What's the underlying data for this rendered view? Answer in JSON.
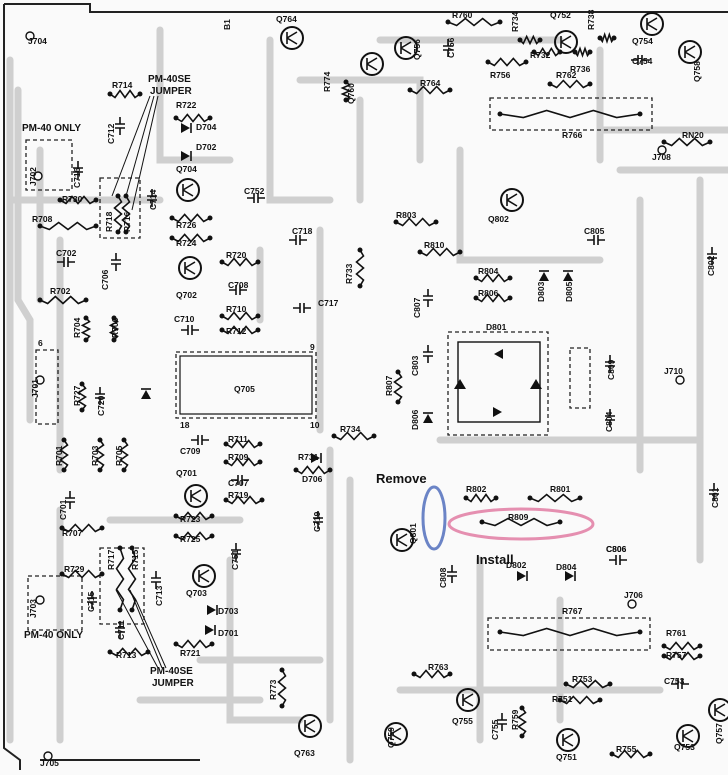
{
  "board": {
    "background": "#fafafa",
    "trace_color": "#cfcfcf",
    "ink_color": "#111111"
  },
  "annotations": {
    "remove": {
      "text": "Remove",
      "color": "#6b84c6"
    },
    "install": {
      "text": "Install",
      "color": "#e58fb0"
    }
  },
  "notes": {
    "jumper_top": [
      "PM-40SE",
      "JUMPER"
    ],
    "jumper_bottom": [
      "PM-40SE",
      "JUMPER"
    ],
    "pm40_top": "PM-40 ONLY",
    "pm40_bottom": "PM-40 ONLY",
    "pin9": "9",
    "pin10": "10",
    "pin18": "18",
    "pin6": "6",
    "ic_id": "B1"
  },
  "transistors": [
    "Q764",
    "Q752",
    "Q754",
    "Q756",
    "Q760",
    "Q758",
    "Q704",
    "Q702",
    "Q802",
    "Q705",
    "Q701",
    "Q703",
    "Q801",
    "Q763",
    "Q759",
    "Q755",
    "Q751",
    "Q753",
    "Q757"
  ],
  "diodes": [
    "D704",
    "D702",
    "D706",
    "D803",
    "D805",
    "D801",
    "D806",
    "D703",
    "D701",
    "D802",
    "D804"
  ],
  "resistors": [
    "R760",
    "R734",
    "R732",
    "R738",
    "R736",
    "R756",
    "R762",
    "R774",
    "R764",
    "R766",
    "RN20",
    "R714",
    "R722",
    "R730",
    "R708",
    "R718",
    "R716",
    "R726",
    "R724",
    "R720",
    "R702",
    "R704",
    "R706",
    "R710",
    "R712",
    "R727",
    "R705",
    "R703",
    "R701",
    "R711",
    "R709",
    "R719",
    "R723",
    "R725",
    "R707",
    "R729",
    "R717",
    "R715",
    "R713",
    "R721",
    "R731",
    "R733",
    "R803",
    "R810",
    "R804",
    "R806",
    "R807",
    "R734b",
    "R802",
    "R801",
    "R809",
    "R767",
    "R763",
    "R761",
    "R757",
    "R753",
    "R751",
    "R759",
    "R755",
    "R773"
  ],
  "capacitors": [
    "C756",
    "C754",
    "C712",
    "C716",
    "C752",
    "C714",
    "C718",
    "C702",
    "C706",
    "C708",
    "C717",
    "C710",
    "C720",
    "C709",
    "C707",
    "C701",
    "C719",
    "C751",
    "C715",
    "C711",
    "C713",
    "C805",
    "C802",
    "C807",
    "C803",
    "C809",
    "C804",
    "C801",
    "C806",
    "C808",
    "C755",
    "C753"
  ],
  "connectors": [
    "J704",
    "J708",
    "J702",
    "J701",
    "J710",
    "J703",
    "J706",
    "J705"
  ],
  "labels": {
    "Q764": "Q764",
    "Q752": "Q752",
    "Q754": "Q754",
    "Q756": "Q756",
    "Q760": "Q760",
    "Q758": "Q758",
    "Q704": "Q704",
    "Q702": "Q702",
    "Q802": "Q802",
    "Q705": "Q705",
    "Q701": "Q701",
    "Q703": "Q703",
    "Q801": "Q801",
    "Q763": "Q763",
    "Q759": "Q759",
    "Q755": "Q755",
    "Q751": "Q751",
    "Q753": "Q753",
    "Q757": "Q757",
    "R760": "R760",
    "R734": "R734",
    "R732": "R732",
    "R738": "R738",
    "R736": "R736",
    "R756": "R756",
    "R762": "R762",
    "R774": "R774",
    "R764": "R764",
    "R766": "R766",
    "RN20": "RN20",
    "R714": "R714",
    "R722": "R722",
    "R730": "R730",
    "R708": "R708",
    "R718": "R718",
    "R716": "R716",
    "R726": "R726",
    "R724": "R724",
    "R720": "R720",
    "R702": "R702",
    "R704": "R704",
    "R706": "R706",
    "R710": "R710",
    "R712": "R712",
    "R727": "R727",
    "R705": "R705",
    "R703": "R703",
    "R701": "R701",
    "R711": "R711",
    "R709": "R709",
    "R719": "R719",
    "R723": "R723",
    "R725": "R725",
    "R707": "R707",
    "R729": "R729",
    "R717": "R717",
    "R715": "R715",
    "R713": "R713",
    "R721": "R721",
    "R731": "R731",
    "R733": "R733",
    "R803": "R803",
    "R810": "R810",
    "R804": "R804",
    "R806": "R806",
    "R807": "R807",
    "R734b": "R734",
    "R802": "R802",
    "R801": "R801",
    "R809": "R809",
    "R767": "R767",
    "R763": "R763",
    "R761": "R761",
    "R757": "R757",
    "R753": "R753",
    "R751": "R751",
    "R759": "R759",
    "R755": "R755",
    "R773": "R773",
    "C756": "C756",
    "C754": "C754",
    "C712": "C712",
    "C716": "C716",
    "C752": "C752",
    "C714": "C714",
    "C718": "C718",
    "C702": "C702",
    "C706": "C706",
    "C708": "C708",
    "C717": "C717",
    "C710": "C710",
    "C720": "C720",
    "C709": "C709",
    "C707": "C707",
    "C701": "C701",
    "C719": "C719",
    "C751": "C751",
    "C715": "C715",
    "C711": "C711",
    "C713": "C713",
    "C805": "C805",
    "C802": "C802",
    "C807": "C807",
    "C803": "C803",
    "C809": "C809",
    "C804": "C804",
    "C801": "C801",
    "C806": "C806",
    "C808": "C808",
    "C755": "C755",
    "C753": "C753",
    "D704": "D704",
    "D702": "D702",
    "D706": "D706",
    "D803": "D803",
    "D805": "D805",
    "D801": "D801",
    "D806": "D806",
    "D703": "D703",
    "D701": "D701",
    "D802": "D802",
    "D804": "D804",
    "J704": "J704",
    "J708": "J708",
    "J702": "J702",
    "J701": "J701",
    "J710": "J710",
    "J703": "J703",
    "J706": "J706",
    "J705": "J705"
  }
}
